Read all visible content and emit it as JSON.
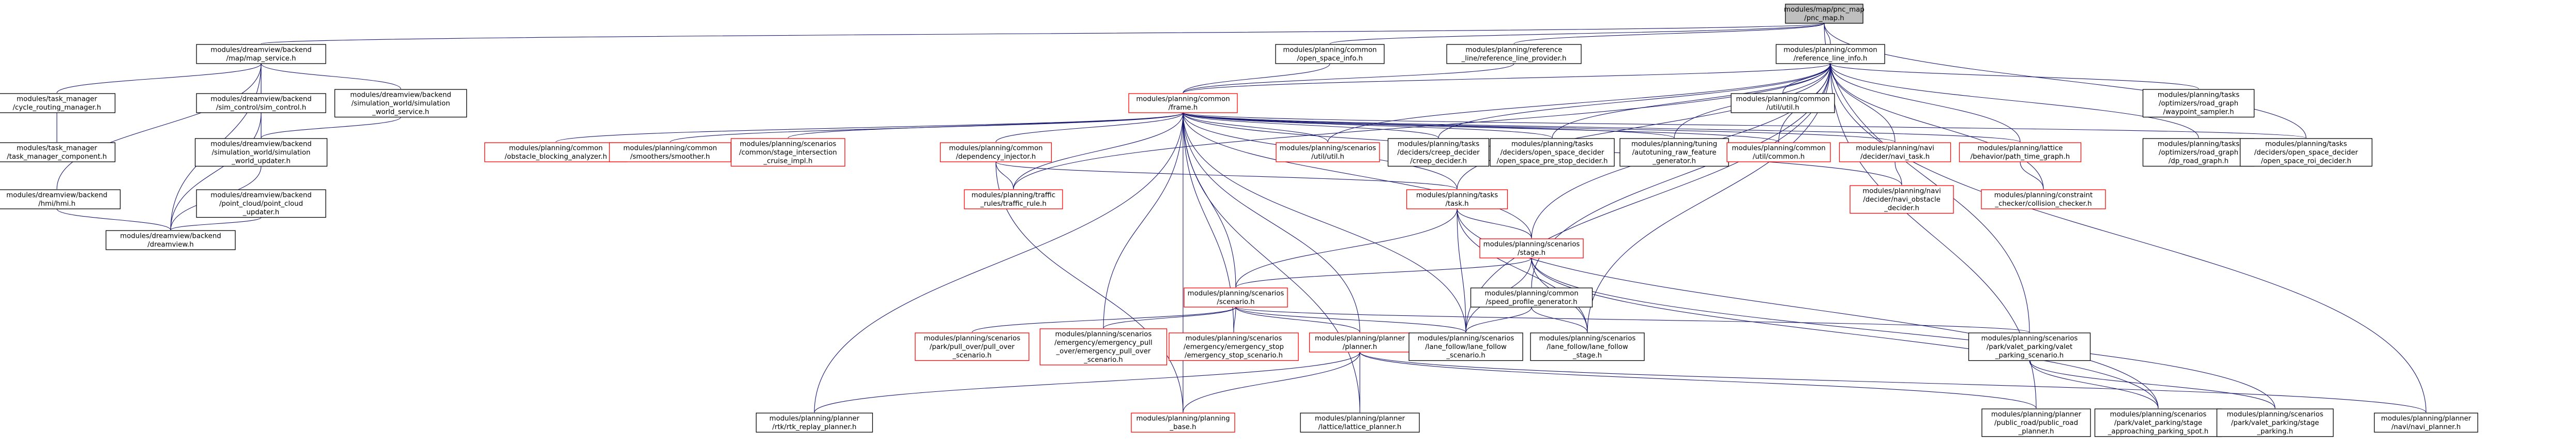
{
  "nodes": [
    {
      "id": "pnc_map",
      "lines": [
        "modules/map/pnc_map",
        "/pnc_map.h"
      ],
      "style": "root"
    },
    {
      "id": "map_service",
      "lines": [
        "modules/dreamview/backend",
        "/map/map_service.h"
      ],
      "style": "black"
    },
    {
      "id": "open_space_info",
      "lines": [
        "modules/planning/common",
        "/open_space_info.h"
      ],
      "style": "black"
    },
    {
      "id": "ref_line_provider",
      "lines": [
        "modules/planning/reference",
        "_line/reference_line_provider.h"
      ],
      "style": "black"
    },
    {
      "id": "ref_line_info",
      "lines": [
        "modules/planning/common",
        "/reference_line_info.h"
      ],
      "style": "black"
    },
    {
      "id": "cycle_routing",
      "lines": [
        "modules/task_manager",
        "/cycle_routing_manager.h"
      ],
      "style": "black"
    },
    {
      "id": "sim_control",
      "lines": [
        "modules/dreamview/backend",
        "/sim_control/sim_control.h"
      ],
      "style": "black"
    },
    {
      "id": "sim_world_service",
      "lines": [
        "modules/dreamview/backend",
        "/simulation_world/simulation",
        "_world_service.h"
      ],
      "style": "black"
    },
    {
      "id": "task_manager_component",
      "lines": [
        "modules/task_manager",
        "/task_manager_component.h"
      ],
      "style": "black"
    },
    {
      "id": "sim_world_updater",
      "lines": [
        "modules/dreamview/backend",
        "/simulation_world/simulation",
        "_world_updater.h"
      ],
      "style": "black"
    },
    {
      "id": "point_cloud_updater",
      "lines": [
        "modules/dreamview/backend",
        "/point_cloud/point_cloud",
        "_updater.h"
      ],
      "style": "black"
    },
    {
      "id": "hmi",
      "lines": [
        "modules/dreamview/backend",
        "/hmi/hmi.h"
      ],
      "style": "black"
    },
    {
      "id": "dreamview",
      "lines": [
        "modules/dreamview/backend",
        "/dreamview.h"
      ],
      "style": "black"
    },
    {
      "id": "frame",
      "lines": [
        "modules/planning/common",
        "/frame.h"
      ],
      "style": "red"
    },
    {
      "id": "util_common",
      "lines": [
        "modules/planning/common",
        "/util/util.h"
      ],
      "style": "black"
    },
    {
      "id": "waypoint_sampler",
      "lines": [
        "modules/planning/tasks",
        "/optimizers/road_graph",
        "/waypoint_sampler.h"
      ],
      "style": "black"
    },
    {
      "id": "dp_road_graph",
      "lines": [
        "modules/planning/tasks",
        "/optimizers/road_graph",
        "/dp_road_graph.h"
      ],
      "style": "black"
    },
    {
      "id": "obstacle_blocking",
      "lines": [
        "modules/planning/common",
        "/obstacle_blocking_analyzer.h"
      ],
      "style": "red"
    },
    {
      "id": "smoother",
      "lines": [
        "modules/planning/common",
        "/smoothers/smoother.h"
      ],
      "style": "red"
    },
    {
      "id": "stage_intersection",
      "lines": [
        "modules/planning/scenarios",
        "/common/stage_intersection",
        "_cruise_impl.h"
      ],
      "style": "red"
    },
    {
      "id": "dependency_injector",
      "lines": [
        "modules/planning/common",
        "/dependency_injector.h"
      ],
      "style": "red"
    },
    {
      "id": "scenarios_util",
      "lines": [
        "modules/planning/scenarios",
        "/util/util.h"
      ],
      "style": "red"
    },
    {
      "id": "creep_decider",
      "lines": [
        "modules/planning/tasks",
        "/deciders/creep_decider",
        "/creep_decider.h"
      ],
      "style": "black"
    },
    {
      "id": "open_space_pre_stop",
      "lines": [
        "modules/planning/tasks",
        "/deciders/open_space_decider",
        "/open_space_pre_stop_decider.h"
      ],
      "style": "black"
    },
    {
      "id": "autotuning",
      "lines": [
        "modules/planning/tuning",
        "/autotuning_raw_feature",
        "_generator.h"
      ],
      "style": "black"
    },
    {
      "id": "util_common_h",
      "lines": [
        "modules/planning/common",
        "/util/common.h"
      ],
      "style": "red"
    },
    {
      "id": "navi_task",
      "lines": [
        "modules/planning/navi",
        "/decider/navi_task.h"
      ],
      "style": "red"
    },
    {
      "id": "path_time_graph",
      "lines": [
        "modules/planning/lattice",
        "/behavior/path_time_graph.h"
      ],
      "style": "red"
    },
    {
      "id": "open_space_roi",
      "lines": [
        "modules/planning/tasks",
        "/deciders/open_space_decider",
        "/open_space_roi_decider.h"
      ],
      "style": "black"
    },
    {
      "id": "traffic_rule",
      "lines": [
        "modules/planning/traffic",
        "_rules/traffic_rule.h"
      ],
      "style": "red"
    },
    {
      "id": "task",
      "lines": [
        "modules/planning/tasks",
        "/task.h"
      ],
      "style": "red"
    },
    {
      "id": "navi_obstacle_decider",
      "lines": [
        "modules/planning/navi",
        "/decider/navi_obstacle",
        "_decider.h"
      ],
      "style": "red"
    },
    {
      "id": "collision_checker",
      "lines": [
        "modules/planning/constraint",
        "_checker/collision_checker.h"
      ],
      "style": "red"
    },
    {
      "id": "stage",
      "lines": [
        "modules/planning/scenarios",
        "/stage.h"
      ],
      "style": "red"
    },
    {
      "id": "speed_profile_generator",
      "lines": [
        "modules/planning/common",
        "/speed_profile_generator.h"
      ],
      "style": "black"
    },
    {
      "id": "scenario",
      "lines": [
        "modules/planning/scenarios",
        "/scenario.h"
      ],
      "style": "red"
    },
    {
      "id": "pull_over_scenario",
      "lines": [
        "modules/planning/scenarios",
        "/park/pull_over/pull_over",
        "_scenario.h"
      ],
      "style": "red"
    },
    {
      "id": "emergency_pull_over",
      "lines": [
        "modules/planning/scenarios",
        "/emergency/emergency_pull",
        "_over/emergency_pull_over",
        "_scenario.h"
      ],
      "style": "red"
    },
    {
      "id": "emergency_stop",
      "lines": [
        "modules/planning/scenarios",
        "/emergency/emergency_stop",
        "/emergency_stop_scenario.h"
      ],
      "style": "red"
    },
    {
      "id": "planner",
      "lines": [
        "modules/planning/planner",
        "/planner.h"
      ],
      "style": "red"
    },
    {
      "id": "lane_follow_scenario",
      "lines": [
        "modules/planning/scenarios",
        "/lane_follow/lane_follow",
        "_scenario.h"
      ],
      "style": "black"
    },
    {
      "id": "lane_follow_stage",
      "lines": [
        "modules/planning/scenarios",
        "/lane_follow/lane_follow",
        "_stage.h"
      ],
      "style": "black"
    },
    {
      "id": "valet_parking_scenario",
      "lines": [
        "modules/planning/scenarios",
        "/park/valet_parking/valet",
        "_parking_scenario.h"
      ],
      "style": "black"
    },
    {
      "id": "rtk_replay",
      "lines": [
        "modules/planning/planner",
        "/rtk/rtk_replay_planner.h"
      ],
      "style": "black"
    },
    {
      "id": "on_lane_planning",
      "lines": [
        "modules/planning/planning",
        "_base.h"
      ],
      "style": "red"
    },
    {
      "id": "lattice_planner",
      "lines": [
        "modules/planning/planner",
        "/lattice/lattice_planner.h"
      ],
      "style": "black"
    },
    {
      "id": "public_road",
      "lines": [
        "modules/planning/planner",
        "/public_road/public_road",
        "_planner.h"
      ],
      "style": "black"
    },
    {
      "id": "approaching_parking_spot",
      "lines": [
        "modules/planning/scenarios",
        "/park/valet_parking/stage",
        "_approaching_parking_spot.h"
      ],
      "style": "black"
    },
    {
      "id": "stage_parking",
      "lines": [
        "modules/planning/scenarios",
        "/park/valet_parking/stage",
        "_parking.h"
      ],
      "style": "black"
    },
    {
      "id": "navi_planner",
      "lines": [
        "modules/planning/planner",
        "/navi/navi_planner.h"
      ],
      "style": "black"
    }
  ],
  "edges": [
    [
      "pnc_map",
      "map_service"
    ],
    [
      "pnc_map",
      "open_space_info"
    ],
    [
      "pnc_map",
      "ref_line_provider"
    ],
    [
      "pnc_map",
      "ref_line_info"
    ],
    [
      "pnc_map",
      "open_space_roi"
    ],
    [
      "pnc_map",
      "valet_parking_scenario"
    ],
    [
      "map_service",
      "cycle_routing"
    ],
    [
      "map_service",
      "sim_control"
    ],
    [
      "map_service",
      "sim_world_service"
    ],
    [
      "map_service",
      "sim_world_updater"
    ],
    [
      "map_service",
      "hmi"
    ],
    [
      "map_service",
      "dreamview"
    ],
    [
      "cycle_routing",
      "task_manager_component"
    ],
    [
      "sim_control",
      "sim_world_updater"
    ],
    [
      "sim_control",
      "dreamview"
    ],
    [
      "sim_world_service",
      "sim_world_updater"
    ],
    [
      "sim_world_updater",
      "dreamview"
    ],
    [
      "point_cloud_updater",
      "dreamview"
    ],
    [
      "hmi",
      "dreamview"
    ],
    [
      "open_space_info",
      "frame"
    ],
    [
      "ref_line_provider",
      "frame"
    ],
    [
      "ref_line_info",
      "frame"
    ],
    [
      "ref_line_info",
      "util_common"
    ],
    [
      "ref_line_info",
      "waypoint_sampler"
    ],
    [
      "ref_line_info",
      "dp_road_graph"
    ],
    [
      "ref_line_info",
      "scenarios_util"
    ],
    [
      "ref_line_info",
      "creep_decider"
    ],
    [
      "ref_line_info",
      "open_space_pre_stop"
    ],
    [
      "ref_line_info",
      "autotuning"
    ],
    [
      "ref_line_info",
      "util_common_h"
    ],
    [
      "ref_line_info",
      "navi_task"
    ],
    [
      "ref_line_info",
      "path_time_graph"
    ],
    [
      "ref_line_info",
      "collision_checker"
    ],
    [
      "ref_line_info",
      "task"
    ],
    [
      "ref_line_info",
      "stage"
    ],
    [
      "ref_line_info",
      "traffic_rule"
    ],
    [
      "ref_line_info",
      "speed_profile_generator"
    ],
    [
      "ref_line_info",
      "lane_follow_stage"
    ],
    [
      "ref_line_info",
      "public_road"
    ],
    [
      "ref_line_info",
      "navi_planner"
    ],
    [
      "ref_line_info",
      "lane_follow_scenario"
    ],
    [
      "frame",
      "obstacle_blocking"
    ],
    [
      "frame",
      "smoother"
    ],
    [
      "frame",
      "stage_intersection"
    ],
    [
      "frame",
      "dependency_injector"
    ],
    [
      "frame",
      "scenarios_util"
    ],
    [
      "frame",
      "creep_decider"
    ],
    [
      "frame",
      "open_space_pre_stop"
    ],
    [
      "frame",
      "autotuning"
    ],
    [
      "frame",
      "util_common_h"
    ],
    [
      "frame",
      "navi_task"
    ],
    [
      "frame",
      "path_time_graph"
    ],
    [
      "frame",
      "open_space_roi"
    ],
    [
      "frame",
      "traffic_rule"
    ],
    [
      "frame",
      "task"
    ],
    [
      "frame",
      "navi_obstacle_decider"
    ],
    [
      "frame",
      "stage"
    ],
    [
      "frame",
      "scenario"
    ],
    [
      "frame",
      "planner"
    ],
    [
      "frame",
      "emergency_pull_over"
    ],
    [
      "frame",
      "emergency_stop"
    ],
    [
      "frame",
      "lane_follow_scenario"
    ],
    [
      "frame",
      "rtk_replay"
    ],
    [
      "frame",
      "on_lane_planning"
    ],
    [
      "frame",
      "lattice_planner"
    ],
    [
      "dependency_injector",
      "traffic_rule"
    ],
    [
      "dependency_injector",
      "task"
    ],
    [
      "dependency_injector",
      "on_lane_planning"
    ],
    [
      "navi_task",
      "navi_obstacle_decider"
    ],
    [
      "path_time_graph",
      "collision_checker"
    ],
    [
      "task",
      "stage"
    ],
    [
      "task",
      "scenario"
    ],
    [
      "task",
      "lane_follow_scenario"
    ],
    [
      "task",
      "lane_follow_stage"
    ],
    [
      "task",
      "approaching_parking_spot"
    ],
    [
      "stage",
      "scenario"
    ],
    [
      "stage",
      "lane_follow_scenario"
    ],
    [
      "stage",
      "lane_follow_stage"
    ],
    [
      "stage",
      "stage_parking"
    ],
    [
      "stage",
      "approaching_parking_spot"
    ],
    [
      "speed_profile_generator",
      "lane_follow_scenario"
    ],
    [
      "speed_profile_generator",
      "lane_follow_stage"
    ],
    [
      "scenario",
      "pull_over_scenario"
    ],
    [
      "scenario",
      "emergency_pull_over"
    ],
    [
      "scenario",
      "emergency_stop"
    ],
    [
      "scenario",
      "planner"
    ],
    [
      "scenario",
      "lane_follow_scenario"
    ],
    [
      "scenario",
      "valet_parking_scenario"
    ],
    [
      "planner",
      "rtk_replay"
    ],
    [
      "planner",
      "on_lane_planning"
    ],
    [
      "planner",
      "lattice_planner"
    ],
    [
      "planner",
      "public_road"
    ],
    [
      "planner",
      "navi_planner"
    ],
    [
      "valet_parking_scenario",
      "approaching_parking_spot"
    ],
    [
      "valet_parking_scenario",
      "stage_parking"
    ]
  ]
}
